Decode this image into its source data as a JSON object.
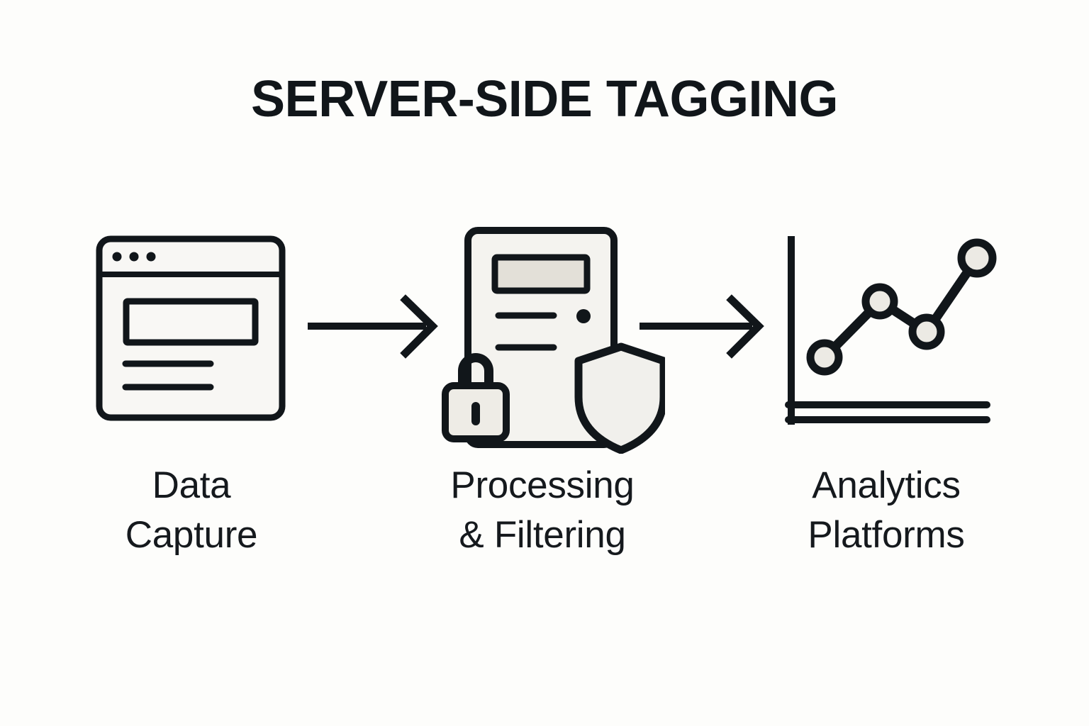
{
  "page": {
    "title": "SERVER-SIDE TAGGING",
    "background_color": "#fdfdfb",
    "ink_color": "#11161a",
    "panel_fill": "#f7f6f3",
    "accent_fill": "#e3e0d8"
  },
  "flow": {
    "stages": [
      {
        "id": "data-capture",
        "icon": "browser-window-icon",
        "label_line1": "Data",
        "label_line2": "Capture"
      },
      {
        "id": "processing-filtering",
        "icon": "secure-server-icon",
        "label_line1": "Processing",
        "label_line2": "& Filtering"
      },
      {
        "id": "analytics-platforms",
        "icon": "line-chart-icon",
        "label_line1": "Analytics",
        "label_line2": "Platforms"
      }
    ],
    "connectors": [
      {
        "id": "arrow-1",
        "icon": "arrow-right-icon"
      },
      {
        "id": "arrow-2",
        "icon": "arrow-right-icon"
      }
    ]
  }
}
